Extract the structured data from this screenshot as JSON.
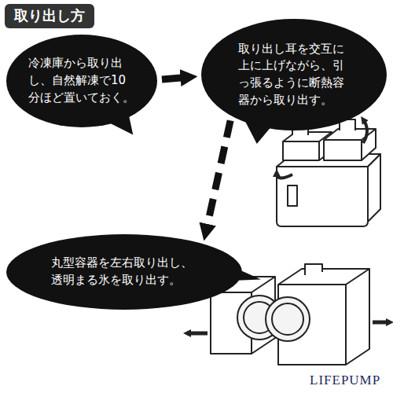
{
  "diagram": {
    "title": "取り出し方",
    "nodes": [
      {
        "text": [
          "冷凍庫から取り出し、自然解凍で10分ほど置いておく。"
        ]
      },
      {
        "text": [
          "取り出し耳を交互に上に上げながら、引っ張るように断熱容器から取り出す。"
        ]
      },
      {
        "text": [
          "丸型容器を左右取り出し、透明まる氷を取り出す。"
        ]
      }
    ],
    "edges": [
      {
        "from": 0,
        "to": 1,
        "arrow": "to"
      },
      {
        "from": 1,
        "to": 2,
        "arrow": "to"
      }
    ],
    "labels": [
      "LIFEPUMP"
    ]
  }
}
